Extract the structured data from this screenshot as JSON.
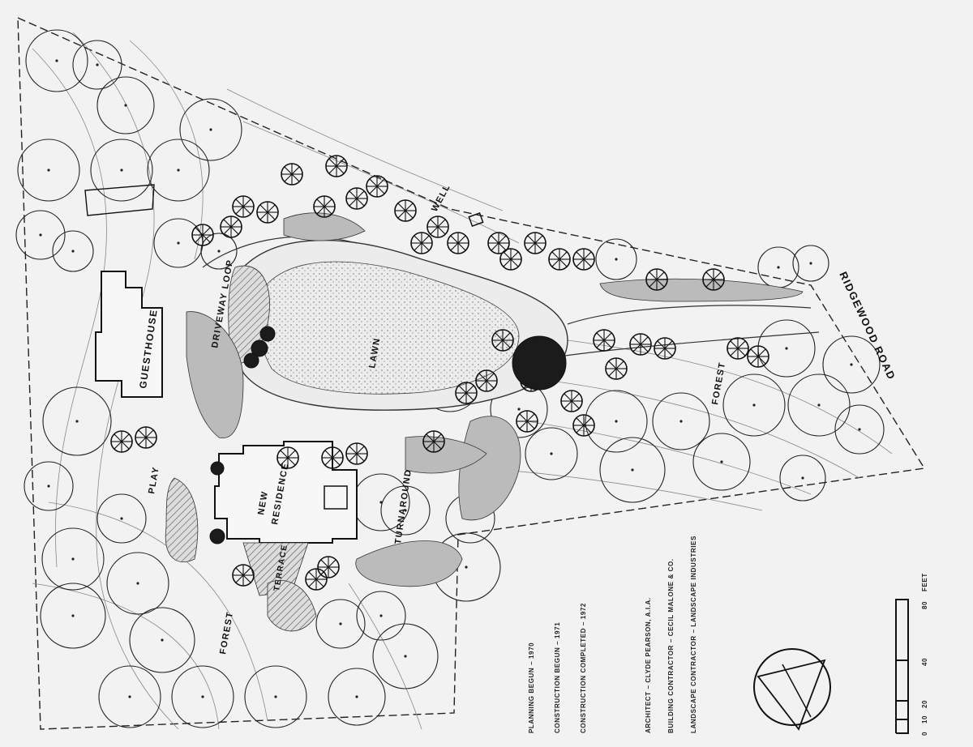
{
  "labels": {
    "road": "RIDGEWOOD ROAD",
    "well": "WELL",
    "driveway_loop": "DRIVEWAY LOOP",
    "guesthouse": "GUESTHOUSE",
    "lawn": "LAWN",
    "forest_east": "FOREST",
    "play": "PLAY",
    "new_residence_line1": "NEW",
    "new_residence_line2": "RESIDENCE",
    "turnaround": "TURNAROUND",
    "terrace": "TERRACE",
    "forest_south": "FOREST"
  },
  "notes": [
    "PLANNING BEGUN – 1970",
    "CONSTRUCTION BEGUN – 1971",
    "CONSTRUCTION COMPLETED – 1972",
    "ARCHITECT – CLYDE PEARSON, A.I.A.",
    "BUILDING CONTRACTOR – CECIL MALONE & CO.",
    "LANDSCAPE CONTRACTOR – LANDSCAPE INDUSTRIES"
  ],
  "scale": {
    "ticks": [
      "0",
      "10",
      "20",
      "40",
      "80"
    ],
    "unit": "FEET"
  },
  "colors": {
    "ink": "#111111",
    "paper": "#f2f2f2"
  }
}
